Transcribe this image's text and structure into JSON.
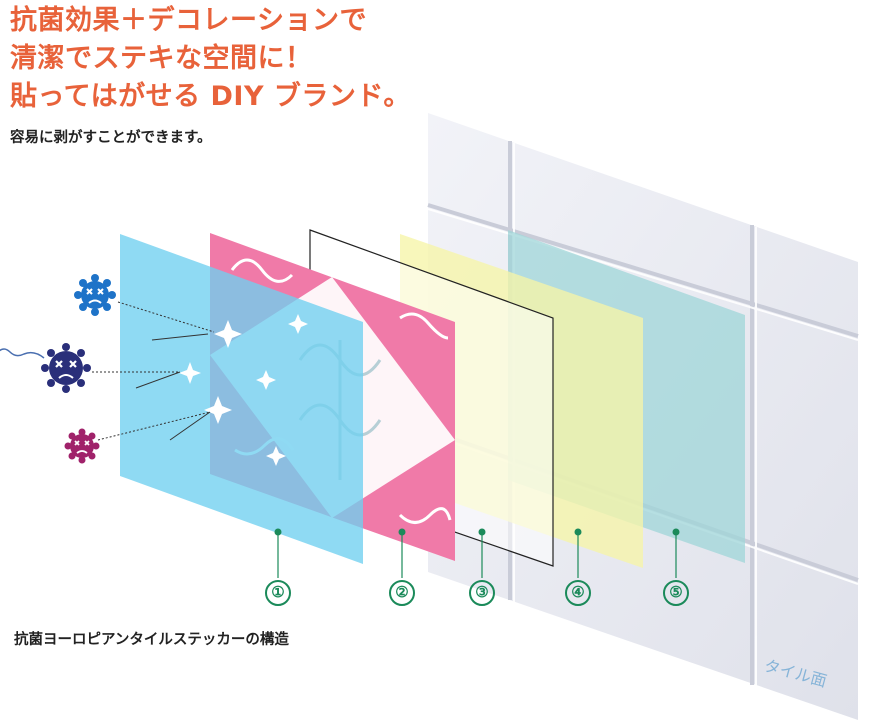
{
  "headline": {
    "line1": "抗菌効果＋デコレーションで",
    "line2": "清潔でステキな空間に！",
    "line3": "貼ってはがせる DIY ブランド。"
  },
  "subline": "容易に剥がすことができます。",
  "caption": "抗菌ヨーロピアンタイルステッカーの構造",
  "tile_label": "タイル面",
  "layers": [
    {
      "number": "①",
      "color": "#6fd0f0"
    },
    {
      "number": "②",
      "color": "#f07aa8"
    },
    {
      "number": "③",
      "color": "#ffffff"
    },
    {
      "number": "④",
      "color": "#f6f5a8"
    },
    {
      "number": "⑤",
      "color": "#9fd6d8"
    }
  ],
  "colors": {
    "headline": "#e8623a",
    "leader": "#1b8a5a",
    "germ_blue": "#1e73c8",
    "germ_navy": "#2a2f7a",
    "germ_magenta": "#a0226a"
  }
}
